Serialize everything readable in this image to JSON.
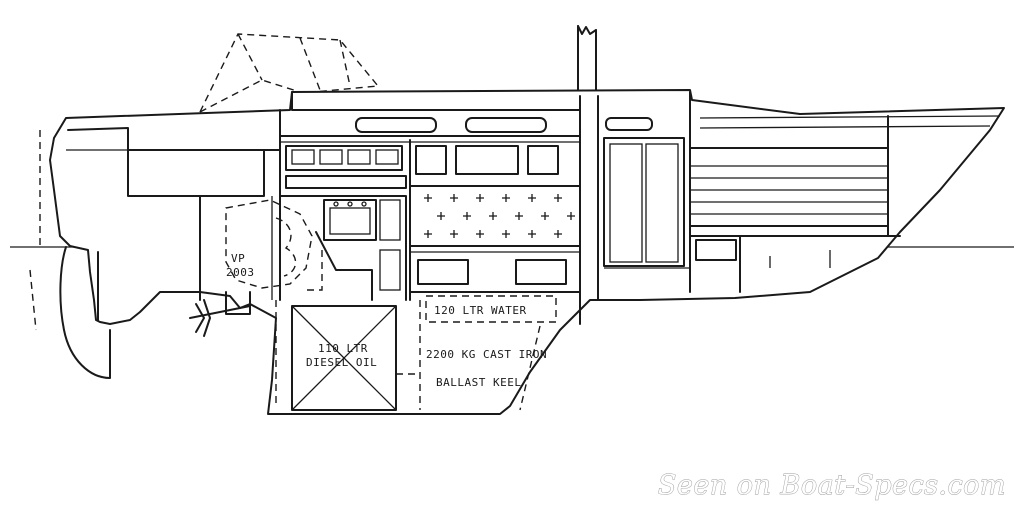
{
  "labels": {
    "engine_line1": "VP",
    "engine_line2": "2003",
    "water_tank": "120 LTR WATER",
    "diesel_line1": "110 LTR",
    "diesel_line2": "DIESEL OIL",
    "keel_line1": "2200 KG CAST IRON",
    "keel_line2": "BALLAST KEEL"
  },
  "watermark": "Seen on Boat-Specs.com",
  "colors": {
    "line": "#1a1a1a",
    "background": "#ffffff",
    "watermark_stroke": "#9a9a9a"
  }
}
